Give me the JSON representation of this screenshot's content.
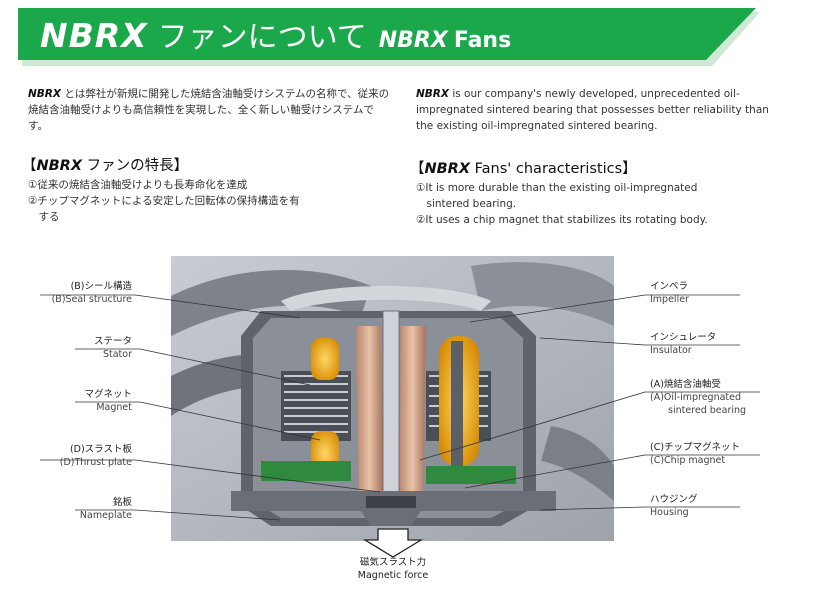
{
  "banner": {
    "nbrx": "NBRX",
    "title_ja": "ファンについて",
    "nbrx_en": "NBRX",
    "title_en": "Fans",
    "color": "#1aa84a"
  },
  "intro_ja": {
    "brand": "NBRX",
    "text": " とは弊社が新規に開発した焼結含油軸受けシステムの名称で、従来の焼結含油軸受けよりも高信頼性を実現した、全く新しい軸受けシステムです。"
  },
  "intro_en": {
    "brand": "NBRX",
    "text": " is our company's newly developed, unprecedented oil-impregnated sintered bearing that possesses better reliability than the existing oil-impregnated sintered bearing."
  },
  "heading_ja": {
    "open": "【",
    "brand": "NBRX",
    "text": " ファンの特長】"
  },
  "heading_en": {
    "open": "【",
    "brand": "NBRX",
    "text": " Fans' characteristics】"
  },
  "list_ja": [
    "①従来の焼結含油軸受けよりも長寿命化を達成",
    "②チップマグネットによる安定した回転体の保持構造を有",
    "　する"
  ],
  "list_en": [
    "①It is more durable than the existing oil-impregnated",
    "　sintered bearing.",
    "②It uses a chip magnet that stabilizes its rotating body."
  ],
  "labels_left": [
    {
      "ja": "(B)シール構造",
      "en": "(B)Seal structure"
    },
    {
      "ja": "ステータ",
      "en": "Stator"
    },
    {
      "ja": "マグネット",
      "en": "Magnet"
    },
    {
      "ja": "(D)スラスト板",
      "en": "(D)Thrust plate"
    },
    {
      "ja": "銘板",
      "en": "Nameplate"
    }
  ],
  "labels_right": [
    {
      "ja": "インペラ",
      "en": "Impeller"
    },
    {
      "ja": "インシュレータ",
      "en": "Insulator"
    },
    {
      "ja": "(A)焼結含油軸受",
      "en": "(A)Oil-impregnated",
      "en2": "sintered bearing"
    },
    {
      "ja": "(C)チップマグネット",
      "en": "(C)Chip magnet"
    },
    {
      "ja": "ハウジング",
      "en": "Housing"
    }
  ],
  "force": {
    "ja": "磁気スラスト力",
    "en": "Magnetic force"
  }
}
